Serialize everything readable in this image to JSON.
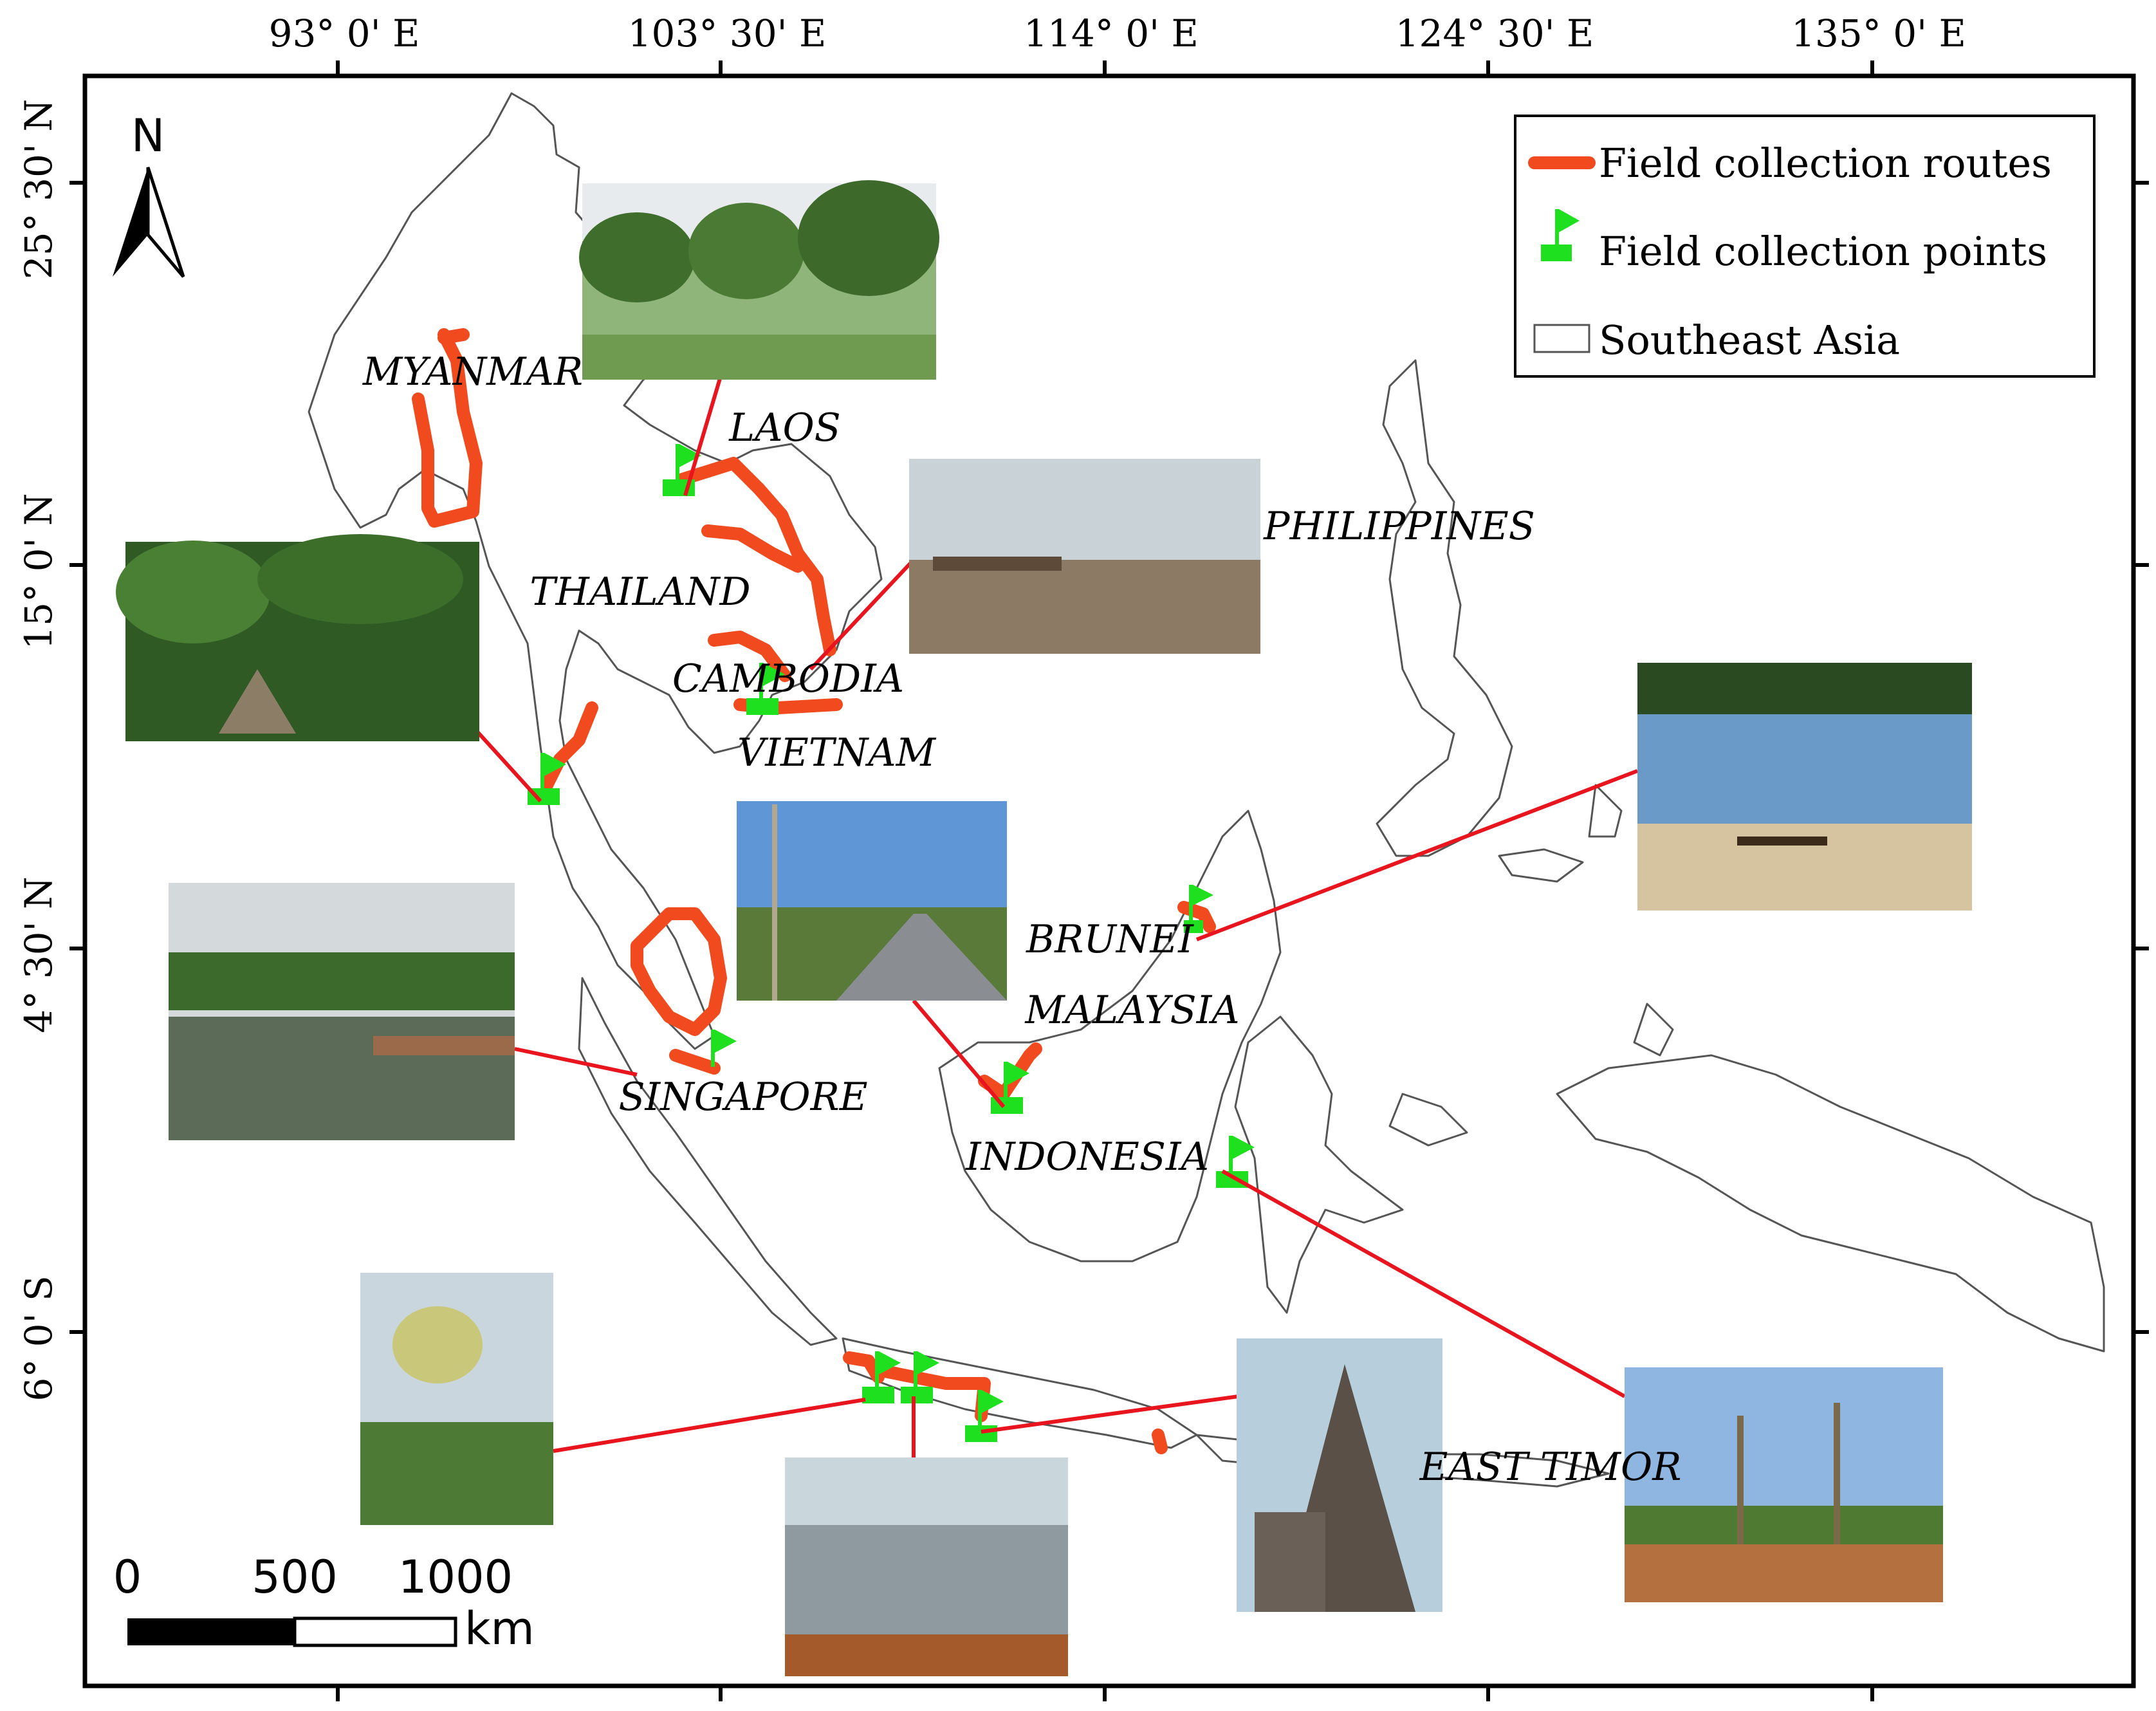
{
  "axes": {
    "top": [
      "93° 0' E",
      "103° 30' E",
      "114° 0' E",
      "124° 30' E",
      "135° 0' E"
    ],
    "left": [
      "25° 30' N",
      "15° 0' N",
      "4° 30' N",
      "6° 0' S"
    ]
  },
  "north": {
    "label": "N",
    "icon": "north-arrow-icon"
  },
  "legend": {
    "routes": "Field collection routes",
    "points": "Field collection points",
    "region": "Southeast Asia"
  },
  "countries": {
    "myanmar": "MYANMAR",
    "laos": "LAOS",
    "thailand": "THAILAND",
    "cambodia": "CAMBODIA",
    "vietnam": "VIETNAM",
    "philippines": "PHILIPPINES",
    "brunei": "BRUNEI",
    "malaysia": "MALAYSIA",
    "singapore": "SINGAPORE",
    "indonesia": "INDONESIA",
    "east_timor": "EAST TIMOR"
  },
  "scale_bar": {
    "t0": "0",
    "t1": "500",
    "t2": "1000",
    "unit": "km"
  },
  "colors": {
    "route": "#f04a1e",
    "point": "#1ee01e",
    "leader": "#e8141e",
    "outline": "#555555"
  }
}
